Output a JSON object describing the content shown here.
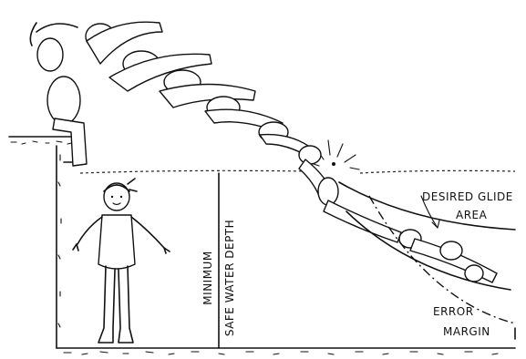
{
  "labels": {
    "depth_line1": "MINIMUM",
    "depth_line2": "SAFE WATER DEPTH",
    "glide_line1": "DESIRED GLIDE",
    "glide_line2": "AREA",
    "error_line1": "ERROR",
    "error_line2": "MARGIN"
  },
  "colors": {
    "ink": "#111111",
    "paper": "#ffffff"
  }
}
